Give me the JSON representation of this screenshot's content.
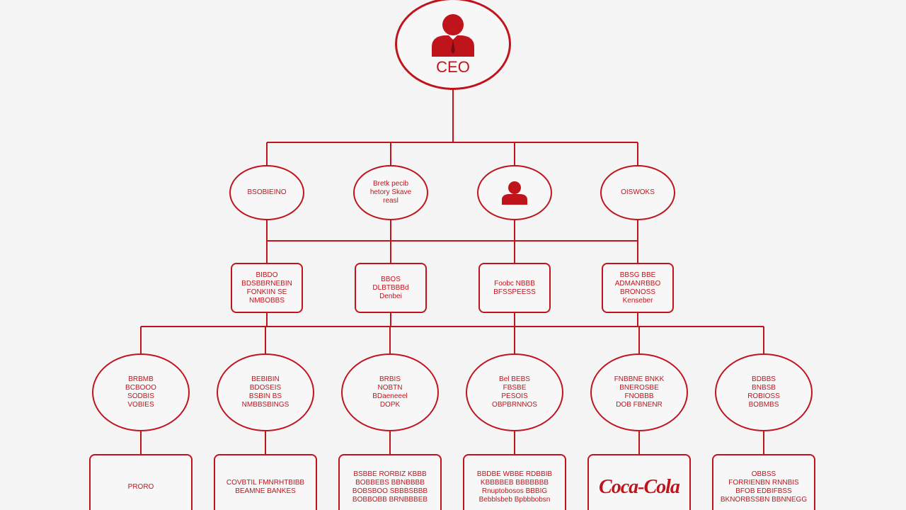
{
  "colors": {
    "accent": "#c0141c",
    "background": "#f4f4f4"
  },
  "ceo": {
    "label": "CEO",
    "icon": "person-suit-icon"
  },
  "level1": [
    {
      "lines": [
        "BSOBIEINO"
      ]
    },
    {
      "lines": [
        "Bretk pecib",
        "hetory Skave",
        "reasl"
      ]
    },
    {
      "lines": [],
      "icon": "person-icon"
    },
    {
      "lines": [
        "OISWOKS"
      ]
    }
  ],
  "level2": [
    {
      "lines": [
        "BIBDO",
        "BDSBBRNEBIN",
        "FONKIIN SE",
        "NMBOBBS"
      ]
    },
    {
      "lines": [
        "BBOS",
        "DLBTBBBd",
        "Denbei"
      ]
    },
    {
      "lines": [
        "Foobc NBBB",
        "BFSSPEESS"
      ]
    },
    {
      "lines": [
        "BBSG BBE",
        "ADMANRBBO",
        "BRONOSS",
        "Kenseber"
      ]
    }
  ],
  "level3": [
    {
      "lines": [
        "BRBMB",
        "BCBOOO",
        "SODBIS",
        "VOBIES"
      ]
    },
    {
      "lines": [
        "BEBIBIN",
        "BDOSEIS",
        "BSBIN BS",
        "NMBBSBINGS"
      ]
    },
    {
      "lines": [
        "BRBIS",
        "NOBTN",
        "BDaeneeel",
        "DOPK"
      ]
    },
    {
      "lines": [
        "Bel BEBS",
        "FBSBE",
        "PESOIS",
        "OBPBRNNOS"
      ]
    },
    {
      "lines": [
        "FNBBNE BNKK",
        "BNEROSBE",
        "FNOBBB",
        "DOB FBNENR"
      ]
    },
    {
      "lines": [
        "BDBBS",
        "BNBSB",
        "ROBIOSS",
        "BOBMBS"
      ]
    }
  ],
  "level4": [
    {
      "lines": [
        "PRORO"
      ]
    },
    {
      "lines": [
        "COVBTIL FMNRHTBIBB",
        "BEAMNE BANKES"
      ]
    },
    {
      "lines": [
        "BSBBE RORBIZ KBBB",
        "BOBBEBS BBNBBBB",
        "BOBSBOO SBBBSBBB",
        "BOBBOBB BRNBBBEB"
      ]
    },
    {
      "lines": [
        "BBDBE WBBE RDBBIB",
        "KBBBBEB BBBBBBB",
        "Rnuptobosos BBBIG",
        "Bebblsbeb Bpbbbobsn"
      ]
    },
    {
      "lines": [],
      "logo": "Coca-Cola"
    },
    {
      "lines": [
        "OBBSS",
        "FORRIENBN RNNBIS",
        "BFOB EDBIFBSS",
        "BKNORBSSBN BBNNEGG"
      ]
    }
  ]
}
